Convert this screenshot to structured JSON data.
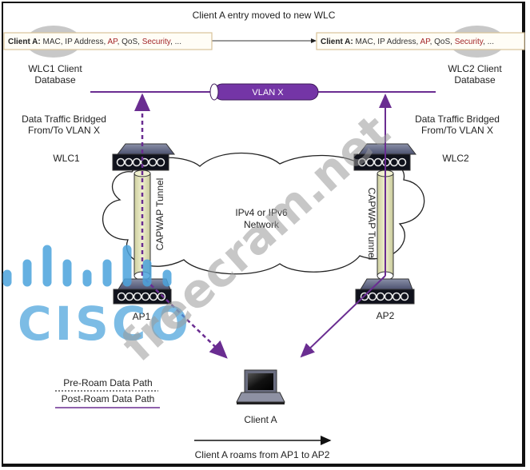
{
  "title": "Client A entry moved to new WLC",
  "client_db_record": {
    "prefix": "Client A:",
    "fields": [
      {
        "text": " MAC, IP Address, ",
        "highlight": false
      },
      {
        "text": "AP",
        "highlight": true
      },
      {
        "text": ", QoS, ",
        "highlight": false
      },
      {
        "text": "Security",
        "highlight": true
      },
      {
        "text": ", ...",
        "highlight": false
      }
    ]
  },
  "wlc1": {
    "db_label_line1": "WLC1 Client",
    "db_label_line2": "Database",
    "bridge_line1": "Data Traffic Bridged",
    "bridge_line2": "From/To VLAN X",
    "device_label": "WLC1"
  },
  "wlc2": {
    "db_label_line1": "WLC2 Client",
    "db_label_line2": "Database",
    "bridge_line1": "Data Traffic Bridged",
    "bridge_line2": "From/To VLAN X",
    "device_label": "WLC2"
  },
  "vlan": {
    "label": "VLAN X"
  },
  "network": {
    "line1": "IPv4 or IPv6",
    "line2": "Network"
  },
  "tunnel_label": "CAPWAP Tunnel",
  "ap1": {
    "label": "AP1"
  },
  "ap2": {
    "label": "AP2"
  },
  "client": {
    "label": "Client A"
  },
  "legend": {
    "pre_roam": "Pre-Roam Data Path",
    "post_roam": "Post-Roam Data Path"
  },
  "roam_caption": "Client A roams from AP1 to AP2",
  "watermark": {
    "text": "freecram.net",
    "logo_text": "CISCO"
  },
  "colors": {
    "purple": "#6a2d91",
    "vlan_fill": "#7435a6",
    "tunnel_fill": "#e8e8c0",
    "db_box_border": "#d8c39a",
    "db_box_fill": "#fffdf6",
    "highlight_red": "#a3262a",
    "cisco_blue": "#4ba3dc"
  }
}
